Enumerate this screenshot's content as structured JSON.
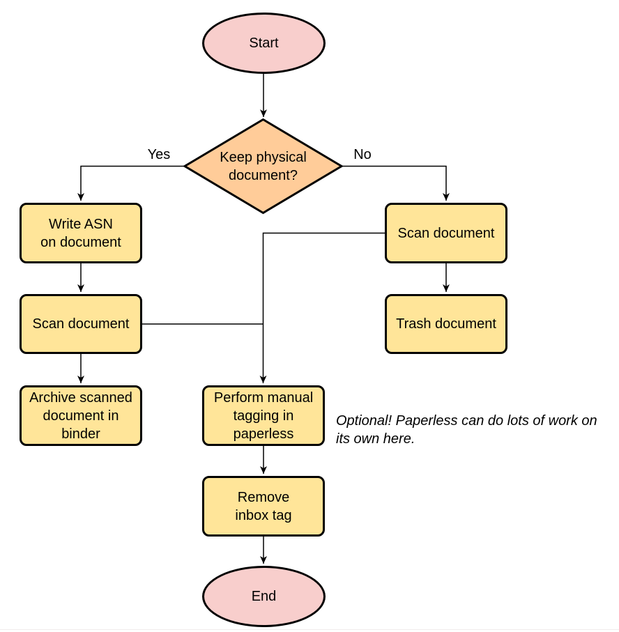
{
  "diagram": {
    "type": "flowchart",
    "colors": {
      "process_fill": "#FFE599",
      "decision_fill": "#FFCC99",
      "terminal_fill": "#F8CECC",
      "stroke": "#000000",
      "text": "#000000",
      "bottom_rule": "#F0EDED"
    },
    "nodes": {
      "start": {
        "shape": "ellipse",
        "label": "Start"
      },
      "keep_physical": {
        "shape": "diamond",
        "label": [
          "Keep physical",
          "document?"
        ]
      },
      "write_asn": {
        "shape": "process",
        "label": [
          "Write ASN",
          "on document"
        ]
      },
      "scan_document_left": {
        "shape": "process",
        "label": "Scan document"
      },
      "archive_scanned": {
        "shape": "process",
        "label": [
          "Archive scanned",
          "document in",
          "binder"
        ]
      },
      "scan_document_right": {
        "shape": "process",
        "label": "Scan document"
      },
      "trash_document": {
        "shape": "process",
        "label": "Trash document"
      },
      "manual_tagging": {
        "shape": "process",
        "label": [
          "Perform manual",
          "tagging in",
          "paperless"
        ]
      },
      "remove_inbox_tag": {
        "shape": "process",
        "label": [
          "Remove",
          "inbox tag"
        ]
      },
      "end": {
        "shape": "ellipse",
        "label": "End"
      }
    },
    "edge_labels": {
      "yes": "Yes",
      "no": "No"
    },
    "edges": [
      {
        "from": "start",
        "to": "keep_physical"
      },
      {
        "from": "keep_physical",
        "to": "write_asn",
        "label": "Yes"
      },
      {
        "from": "keep_physical",
        "to": "scan_document_right",
        "label": "No"
      },
      {
        "from": "write_asn",
        "to": "scan_document_left"
      },
      {
        "from": "scan_document_left",
        "to": "archive_scanned"
      },
      {
        "from": "scan_document_right",
        "to": "trash_document"
      },
      {
        "from": "scan_document_right",
        "to": "manual_tagging"
      },
      {
        "from": "scan_document_left",
        "to": "manual_tagging"
      },
      {
        "from": "manual_tagging",
        "to": "remove_inbox_tag"
      },
      {
        "from": "remove_inbox_tag",
        "to": "end"
      }
    ],
    "annotation": {
      "text": [
        "Optional! Paperless can do lots of work on",
        "its own here."
      ]
    }
  }
}
